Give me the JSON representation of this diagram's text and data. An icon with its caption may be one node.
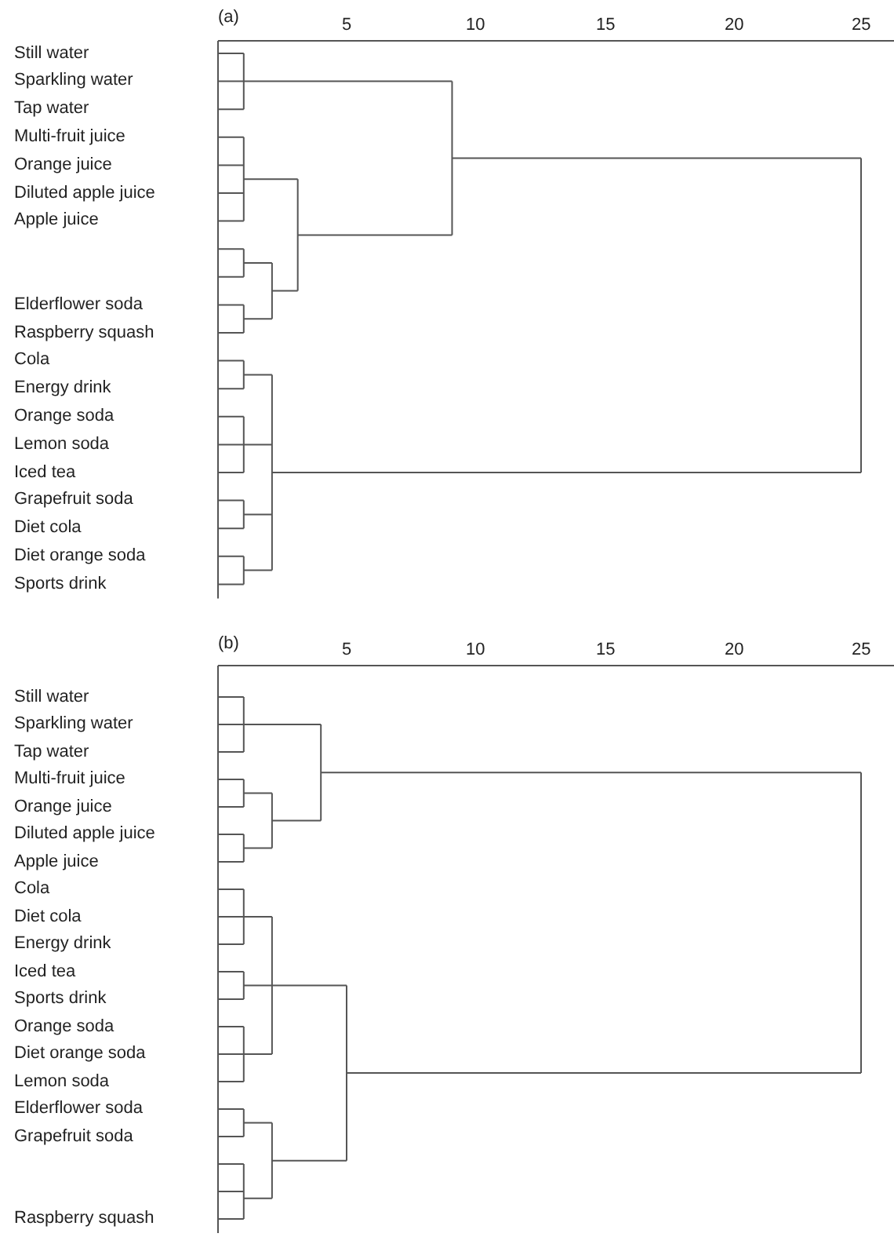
{
  "diagram": {
    "labels": [
      "(a)",
      "5",
      "10",
      "15",
      "20",
      "25",
      "Still water",
      "Sparkling water",
      "Tap water",
      "Multi-fruit juice",
      "Orange juice",
      "Diluted apple juice",
      "Apple juice",
      "Elderflower soda",
      "Raspberry squash",
      "Cola",
      "Energy drink",
      "Orange soda",
      "Lemon soda",
      "Iced tea",
      "Grapefruit soda",
      "Diet cola",
      "Diet orange soda",
      "Sports drink",
      "(b)",
      "5",
      "10",
      "15",
      "20",
      "25",
      "Still water",
      "Sparkling water",
      "Tap water",
      "Multi-fruit juice",
      "Orange juice",
      "Diluted apple juice",
      "Apple juice",
      "Cola",
      "Diet cola",
      "Energy drink",
      "Iced tea",
      "Sports drink",
      "Orange soda",
      "Diet orange soda",
      "Lemon soda",
      "Elderflower soda",
      "Grapefruit soda",
      "Raspberry squash"
    ]
  }
}
